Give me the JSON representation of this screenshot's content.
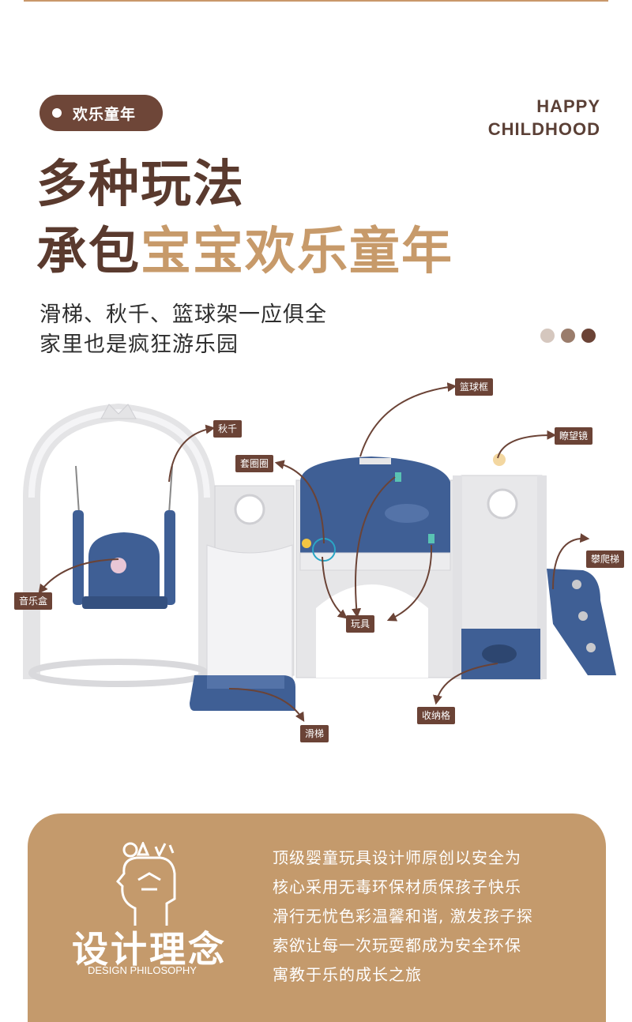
{
  "tag": {
    "label": "欢乐童年"
  },
  "corner_text": [
    "HAPPY",
    "CHILDHOOD"
  ],
  "headline": {
    "line1": "多种玩法",
    "line2_prefix": "承包",
    "line2_accent": "宝宝欢乐童年"
  },
  "subtitle": [
    "滑梯、秋千、篮球架一应俱全",
    "家里也是疯狂游乐园"
  ],
  "indicator_colors": [
    "#d5c7be",
    "#9a7c6b",
    "#6b4336"
  ],
  "feature_labels": {
    "basketball_hoop": "篮球框",
    "swing": "秋千",
    "telescope": "瞭望镜",
    "ring_toss": "套圈圈",
    "climbing_ladder": "攀爬梯",
    "music_box": "音乐盒",
    "toys": "玩具",
    "storage": "收纳格",
    "slide": "滑梯"
  },
  "design": {
    "title": "设计理念",
    "subtitle": "DESIGN PHILOSOPHY",
    "icon": "head-with-tools-icon",
    "description": [
      "顶级婴童玩具设计师原创以安全为",
      "核心采用无毒环保材质保孩子快乐",
      "滑行无忧色彩温馨和谐, 激发孩子探",
      "索欲让每一次玩耍都成为安全环保",
      "寓教于乐的成长之旅"
    ]
  },
  "colors": {
    "brown_dark": "#6b4336",
    "accent": "#c79a6a",
    "panel": "#c49a6c",
    "product_blue": "#3f5f95",
    "product_grey": "#e6e6e8"
  }
}
